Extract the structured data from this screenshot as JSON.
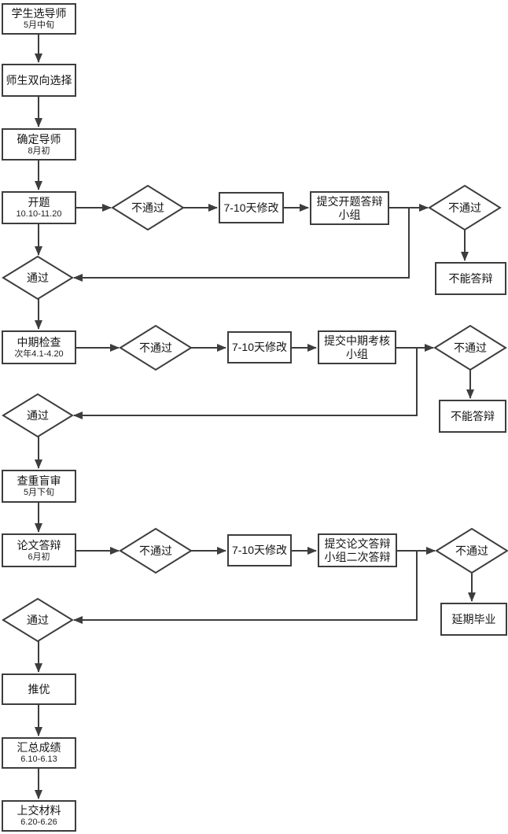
{
  "diagram": {
    "type": "flowchart",
    "colors": {
      "stroke": "#3d3d3d",
      "node_fill": "#ffffff",
      "text": "#141414"
    },
    "nodes": {
      "select_advisor": {
        "shape": "rect",
        "label": "学生选导师",
        "sub": "5月中旬"
      },
      "mutual_selection": {
        "shape": "rect",
        "label": "师生双向选择"
      },
      "confirm_advisor": {
        "shape": "rect",
        "label": "确定导师",
        "sub": "8月初"
      },
      "proposal": {
        "shape": "rect",
        "label": "开题",
        "sub": "10.10-11.20"
      },
      "proposal_fail": {
        "shape": "diamond",
        "label": "不通过"
      },
      "proposal_revise": {
        "shape": "rect",
        "label": "7-10天修改"
      },
      "proposal_resubmit": {
        "shape": "rect",
        "label": "提交开题答辩\n小组"
      },
      "proposal_fail2": {
        "shape": "diamond",
        "label": "不通过"
      },
      "proposal_no_defense": {
        "shape": "rect",
        "label": "不能答辩"
      },
      "proposal_pass": {
        "shape": "diamond",
        "label": "通过"
      },
      "midterm": {
        "shape": "rect",
        "label": "中期检查",
        "sub": "次年4.1-4.20"
      },
      "midterm_fail": {
        "shape": "diamond",
        "label": "不通过"
      },
      "midterm_revise": {
        "shape": "rect",
        "label": "7-10天修改"
      },
      "midterm_resubmit": {
        "shape": "rect",
        "label": "提交中期考核\n小组"
      },
      "midterm_fail2": {
        "shape": "diamond",
        "label": "不通过"
      },
      "midterm_no_defense": {
        "shape": "rect",
        "label": "不能答辩"
      },
      "midterm_pass": {
        "shape": "diamond",
        "label": "通过"
      },
      "blind_review": {
        "shape": "rect",
        "label": "查重盲审",
        "sub": "5月下旬"
      },
      "thesis_defense": {
        "shape": "rect",
        "label": "论文答辩",
        "sub": "6月初"
      },
      "defense_fail": {
        "shape": "diamond",
        "label": "不通过"
      },
      "defense_revise": {
        "shape": "rect",
        "label": "7-10天修改"
      },
      "defense_resubmit": {
        "shape": "rect",
        "label": "提交论文答辩\n小组二次答辩"
      },
      "defense_fail2": {
        "shape": "diamond",
        "label": "不通过"
      },
      "delay_graduation": {
        "shape": "rect",
        "label": "延期毕业"
      },
      "defense_pass": {
        "shape": "diamond",
        "label": "通过"
      },
      "recommend_excellent": {
        "shape": "rect",
        "label": "推优"
      },
      "aggregate_scores": {
        "shape": "rect",
        "label": "汇总成绩",
        "sub": "6.10-6.13"
      },
      "submit_materials": {
        "shape": "rect",
        "label": "上交材料",
        "sub": "6.20-6.26"
      }
    },
    "edges": [
      {
        "from": "select_advisor",
        "to": "mutual_selection"
      },
      {
        "from": "mutual_selection",
        "to": "confirm_advisor"
      },
      {
        "from": "confirm_advisor",
        "to": "proposal"
      },
      {
        "from": "proposal",
        "to": "proposal_pass"
      },
      {
        "from": "proposal",
        "to": "proposal_fail"
      },
      {
        "from": "proposal_fail",
        "to": "proposal_revise"
      },
      {
        "from": "proposal_revise",
        "to": "proposal_resubmit"
      },
      {
        "from": "proposal_resubmit",
        "to": "proposal_fail2"
      },
      {
        "from": "proposal_resubmit",
        "to": "proposal_pass"
      },
      {
        "from": "proposal_fail2",
        "to": "proposal_no_defense"
      },
      {
        "from": "proposal_pass",
        "to": "midterm"
      },
      {
        "from": "midterm",
        "to": "midterm_pass"
      },
      {
        "from": "midterm",
        "to": "midterm_fail"
      },
      {
        "from": "midterm_fail",
        "to": "midterm_revise"
      },
      {
        "from": "midterm_revise",
        "to": "midterm_resubmit"
      },
      {
        "from": "midterm_resubmit",
        "to": "midterm_fail2"
      },
      {
        "from": "midterm_resubmit",
        "to": "midterm_pass"
      },
      {
        "from": "midterm_fail2",
        "to": "midterm_no_defense"
      },
      {
        "from": "midterm_pass",
        "to": "blind_review"
      },
      {
        "from": "blind_review",
        "to": "thesis_defense"
      },
      {
        "from": "thesis_defense",
        "to": "defense_pass"
      },
      {
        "from": "thesis_defense",
        "to": "defense_fail"
      },
      {
        "from": "defense_fail",
        "to": "defense_revise"
      },
      {
        "from": "defense_revise",
        "to": "defense_resubmit"
      },
      {
        "from": "defense_resubmit",
        "to": "defense_fail2"
      },
      {
        "from": "defense_resubmit",
        "to": "defense_pass"
      },
      {
        "from": "defense_fail2",
        "to": "delay_graduation"
      },
      {
        "from": "defense_pass",
        "to": "recommend_excellent"
      },
      {
        "from": "recommend_excellent",
        "to": "aggregate_scores"
      },
      {
        "from": "aggregate_scores",
        "to": "submit_materials"
      }
    ]
  }
}
